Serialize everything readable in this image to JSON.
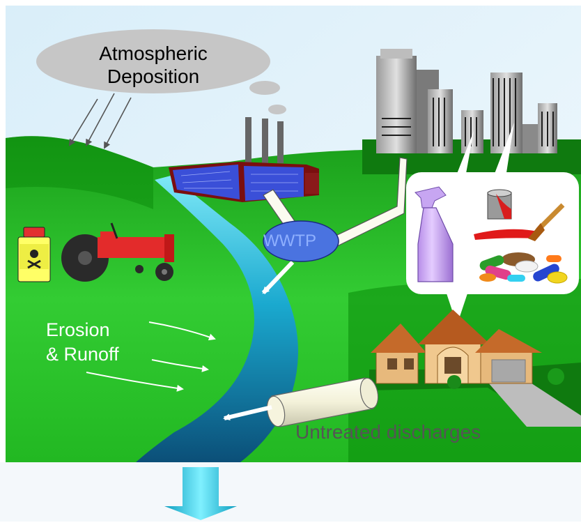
{
  "labels": {
    "atmospheric_deposition": [
      "Atmospheric",
      "Deposition"
    ],
    "wwtp": "WWTP",
    "erosion_runoff": [
      "Erosion",
      "& Runoff"
    ],
    "untreated_discharges": "Untreated discharges"
  },
  "colors": {
    "sky": "#e6f4fb",
    "grass_light": "#33cc33",
    "grass_dark": "#0a8a0a",
    "river_top": "#6fe3f5",
    "river_bottom": "#0d5f86",
    "cloud": "#c6c6c6",
    "wwtp_fill": "#4a73e0",
    "untreated_text": "#555555",
    "down_arrow": "#25c5dd"
  },
  "icons": [
    "poison-bottle-icon",
    "tractor-icon",
    "factory-icon",
    "city-skyline-icon",
    "spray-bottle-icon",
    "paint-can-icon",
    "paintbrush-icon",
    "pills-icon",
    "house-icon",
    "discharge-pipe-icon",
    "down-arrow-icon"
  ]
}
